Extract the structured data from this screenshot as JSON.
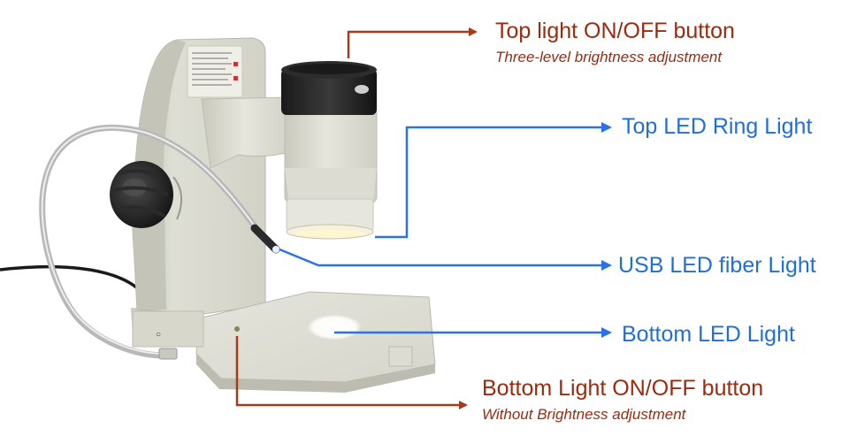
{
  "colors": {
    "red_label": "#9b2a0f",
    "blue_label": "#1f6fd8",
    "red_line": "#a8391a",
    "blue_line": "#2a72e8"
  },
  "callouts": {
    "top_button": {
      "title": "Top light ON/OFF button",
      "subtitle": "Three-level brightness adjustment"
    },
    "ring_light": {
      "title": "Top LED Ring Light"
    },
    "fiber_light": {
      "title": "USB LED fiber Light"
    },
    "bottom_light": {
      "title": "Bottom LED Light"
    },
    "bottom_button": {
      "title": "Bottom Light  ON/OFF button",
      "subtitle": "Without Brightness adjustment"
    }
  }
}
